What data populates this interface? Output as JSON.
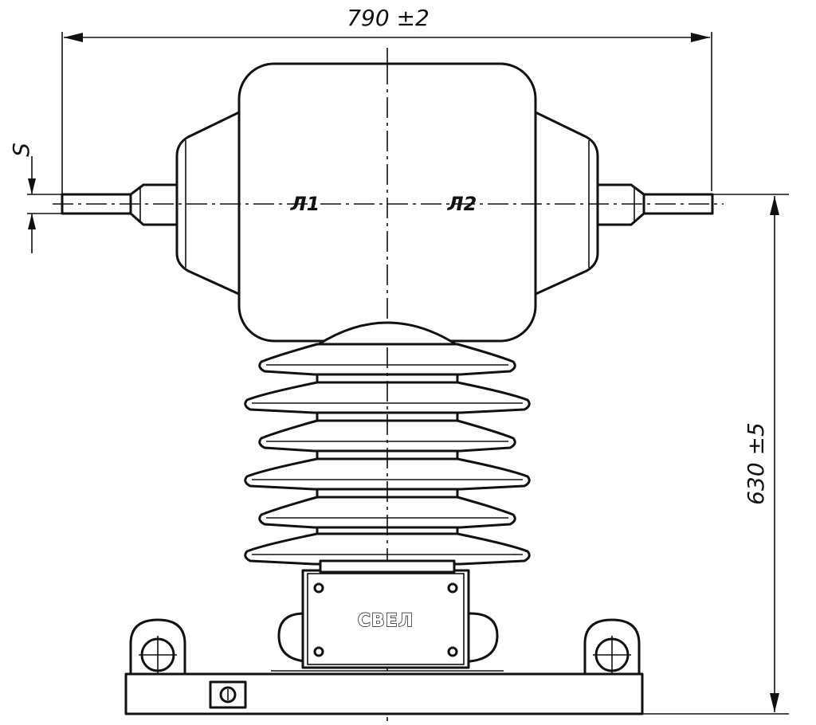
{
  "drawing": {
    "dimensions": {
      "overall_width": "790 ±2",
      "terminal_height": "630 ±5",
      "terminal_thickness": "S"
    },
    "terminals": {
      "left": "Л1",
      "right": "Л2"
    },
    "nameplate": {
      "logo": "СВЕЛ"
    }
  }
}
